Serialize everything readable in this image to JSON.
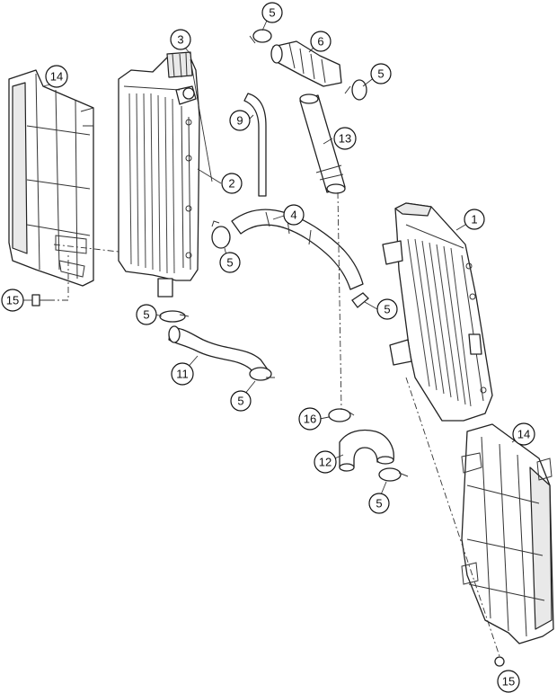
{
  "callouts": [
    {
      "key": "c1",
      "label": "1"
    },
    {
      "key": "c2",
      "label": "2"
    },
    {
      "key": "c3",
      "label": "3"
    },
    {
      "key": "c4",
      "label": "4"
    },
    {
      "key": "c5a",
      "label": "5"
    },
    {
      "key": "c5b",
      "label": "5"
    },
    {
      "key": "c5c",
      "label": "5"
    },
    {
      "key": "c5d",
      "label": "5"
    },
    {
      "key": "c5e",
      "label": "5"
    },
    {
      "key": "c5f",
      "label": "5"
    },
    {
      "key": "c5g",
      "label": "5"
    },
    {
      "key": "c6",
      "label": "6"
    },
    {
      "key": "c9",
      "label": "9"
    },
    {
      "key": "c11",
      "label": "11"
    },
    {
      "key": "c12",
      "label": "12"
    },
    {
      "key": "c13",
      "label": "13"
    },
    {
      "key": "c14a",
      "label": "14"
    },
    {
      "key": "c14b",
      "label": "14"
    },
    {
      "key": "c15a",
      "label": "15"
    },
    {
      "key": "c15b",
      "label": "15"
    },
    {
      "key": "c16",
      "label": "16"
    }
  ]
}
